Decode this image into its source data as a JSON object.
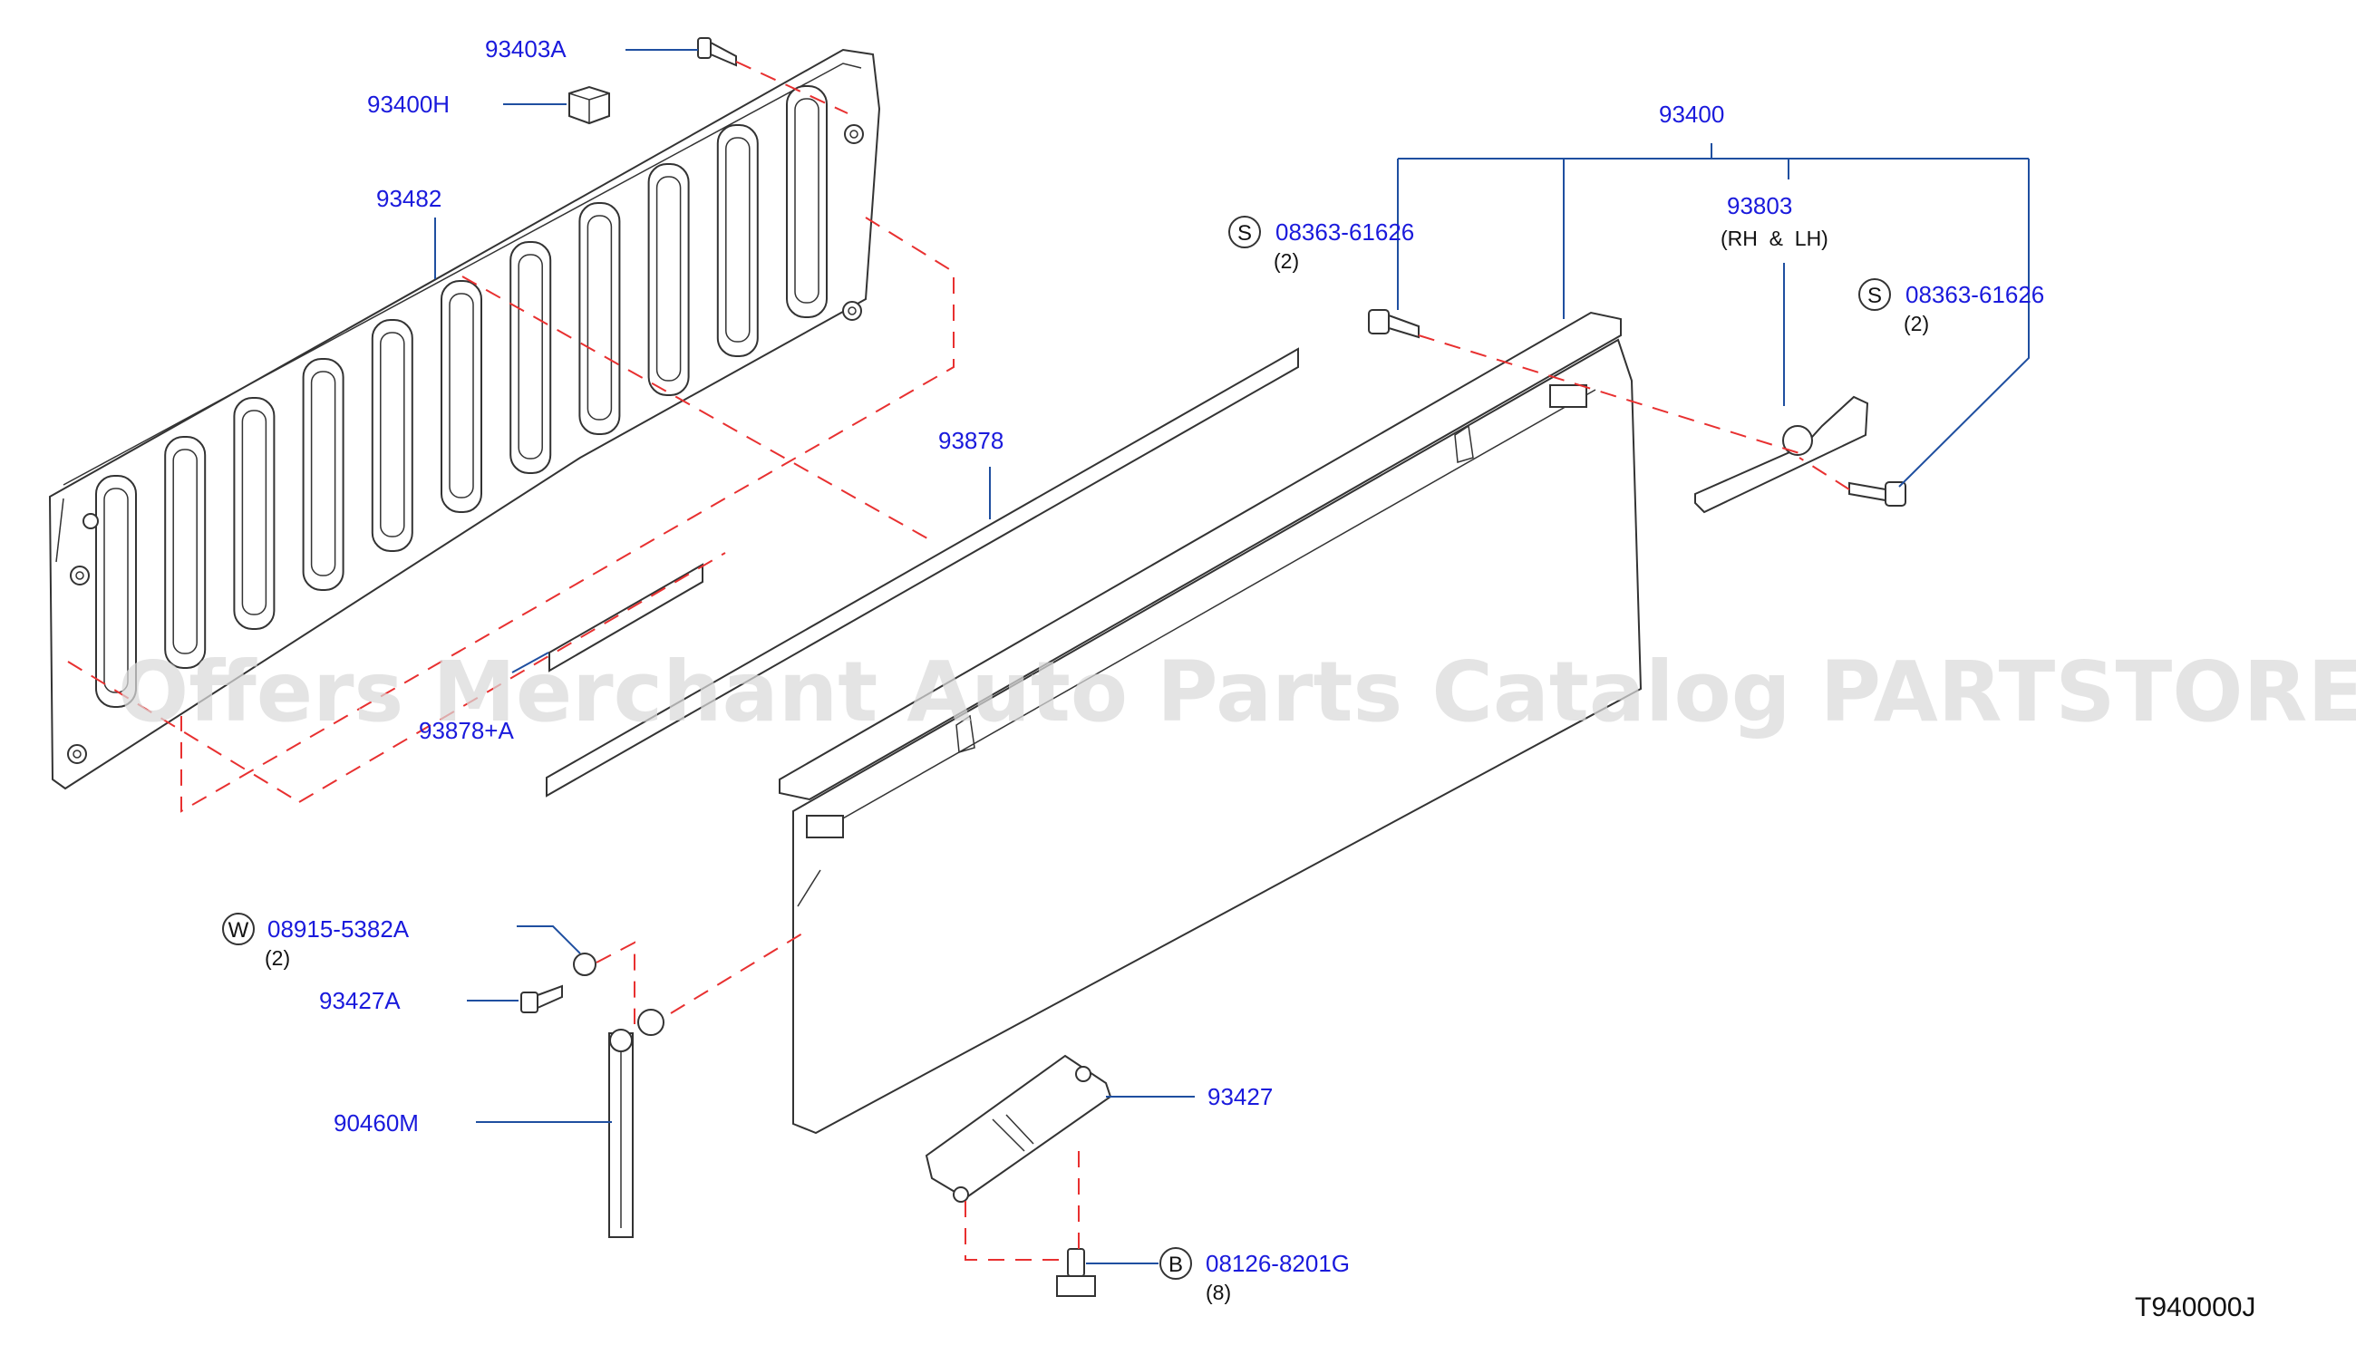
{
  "diagram": {
    "watermark": "Offers Merchant Auto Parts Catalog PARTSTORE.SA",
    "figure_code": "T940000J",
    "callouts": {
      "p93403a": {
        "part": "93403A"
      },
      "p93400h": {
        "part": "93400H"
      },
      "p93482": {
        "part": "93482"
      },
      "p93400": {
        "part": "93400"
      },
      "p93803": {
        "part": "93803",
        "note": "(RH  &  LH)"
      },
      "s_left": {
        "symbol": "S",
        "part": "08363-61626",
        "qty": "(2)"
      },
      "s_right": {
        "symbol": "S",
        "part": "08363-61626",
        "qty": "(2)"
      },
      "p93878": {
        "part": "93878"
      },
      "p93878a": {
        "part": "93878+A"
      },
      "w_washer": {
        "symbol": "W",
        "part": "08915-5382A",
        "qty": "(2)"
      },
      "p93427a": {
        "part": "93427A"
      },
      "p90460m": {
        "part": "90460M"
      },
      "p93427": {
        "part": "93427"
      },
      "b_bolt": {
        "symbol": "B",
        "part": "08126-8201G",
        "qty": "(8)"
      }
    },
    "colors": {
      "label": "#1a1adc",
      "leader": "#1f4fa0",
      "dash": "#e83030",
      "outline": "#333333",
      "watermark": "#d9d9d9"
    }
  }
}
